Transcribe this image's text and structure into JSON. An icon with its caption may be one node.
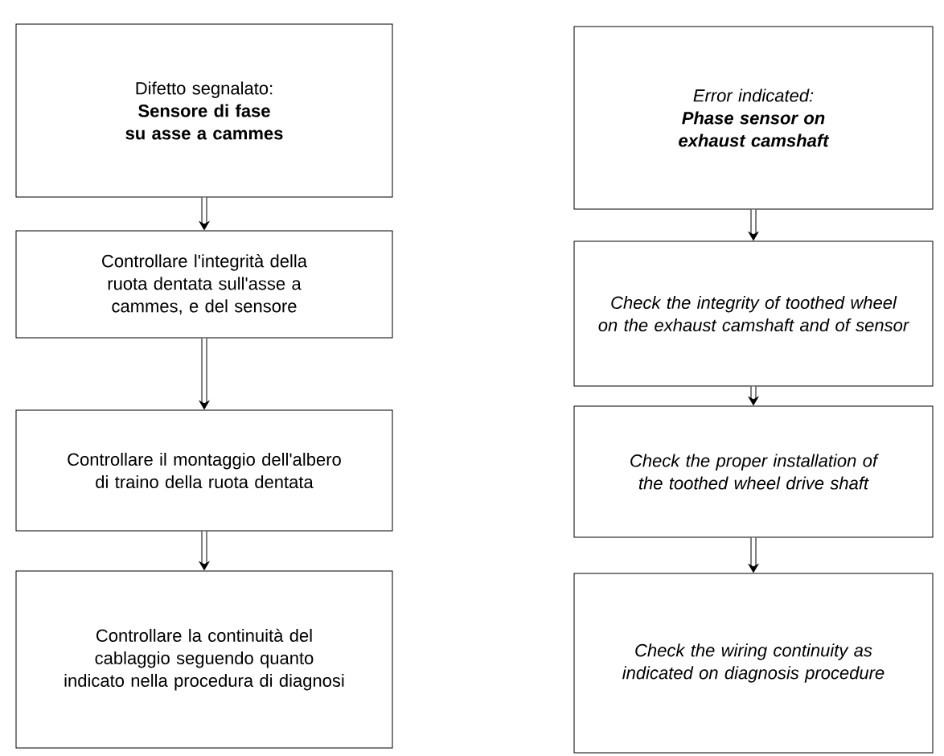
{
  "diagram": {
    "nodes": [
      {
        "text": [
          "Difetto segnalato:",
          "Sensore di fase su asse a cammes"
        ]
      },
      {
        "text": [
          "Controllare l'integrità della ruota dentata sull'asse a cammes, e del sensore"
        ]
      },
      {
        "text": [
          "Controllare il montaggio dell'albero di traino della ruota dentata"
        ]
      },
      {
        "text": [
          "Controllare la continuità del cablaggio seguendo quanto indicato nella procedura di diagnosi"
        ]
      },
      {
        "text": [
          "Error indicated:",
          "Phase sensor on exhaust camshaft"
        ]
      },
      {
        "text": [
          "Check the integrity of toothed wheel on the exhaust camshaft and of sensor"
        ]
      },
      {
        "text": [
          "Check the proper installation of the toothed wheel drive shaft"
        ]
      },
      {
        "text": [
          "Check the wiring continuity as indicated on diagnosis procedure"
        ]
      }
    ],
    "edges": [
      {
        "from": 0,
        "to": 1,
        "arrow": "to"
      },
      {
        "from": 1,
        "to": 2,
        "arrow": "to"
      },
      {
        "from": 2,
        "to": 3,
        "arrow": "to"
      },
      {
        "from": 4,
        "to": 5,
        "arrow": "to"
      },
      {
        "from": 5,
        "to": 6,
        "arrow": "to"
      },
      {
        "from": 6,
        "to": 7,
        "arrow": "to"
      }
    ]
  }
}
